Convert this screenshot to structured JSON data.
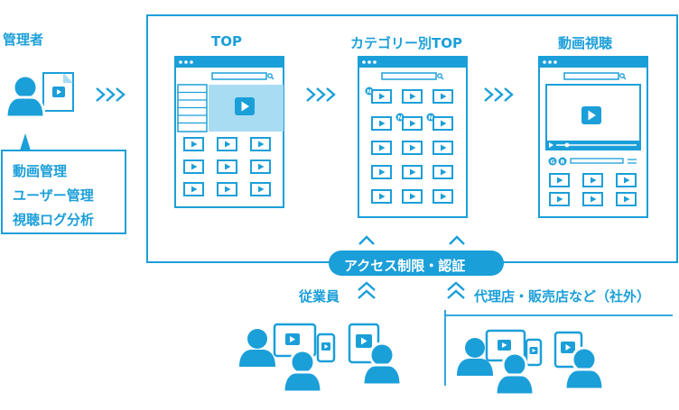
{
  "admin": {
    "title": "管理者",
    "functions": [
      "動画管理",
      "ユーザー管理",
      "視聴ログ分析"
    ]
  },
  "screens": [
    {
      "label": "TOP",
      "icon": "browser-top-page-icon"
    },
    {
      "label": "カテゴリー別TOP",
      "icon": "browser-category-page-icon"
    },
    {
      "label": "動画視聴",
      "icon": "browser-video-player-icon"
    }
  ],
  "access": {
    "label": "アクセス制限・認証"
  },
  "audiences": {
    "employees": {
      "label": "従業員",
      "icon": "user-devices-icon"
    },
    "partners": {
      "label": "代理店・販売店など（社外）",
      "icon": "user-devices-icon"
    }
  },
  "badges": {
    "new": "N",
    "g": "G",
    "b": "B"
  },
  "colors": {
    "primary": "#1b9fd9",
    "light": "#a7dcf3",
    "background": "#ffffff"
  }
}
